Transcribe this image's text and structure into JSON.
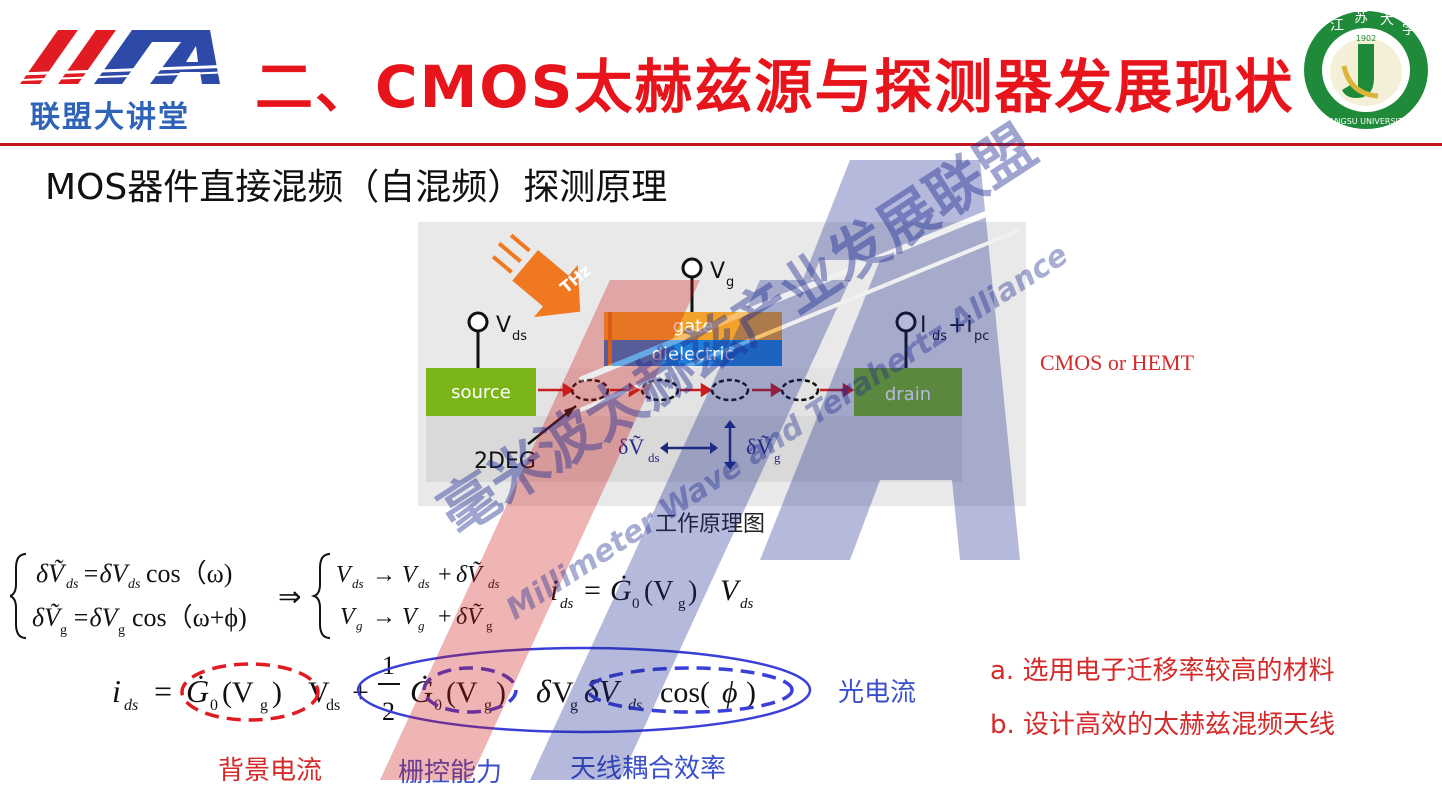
{
  "header": {
    "title": "二、CMOS太赫兹源与探测器发展现状",
    "logo_text": "联盟大讲堂",
    "university_seal": {
      "year": "1902",
      "name": "JIANGSU UNIVERSITY",
      "chars": "江苏大学"
    }
  },
  "subtitle": "MOS器件直接混频（自混频）探测原理",
  "figure": {
    "caption": "工作原理图",
    "side_label": "CMOS or HEMT",
    "thz_label": "THz",
    "source_label": "source",
    "drain_label": "drain",
    "gate_label": "gate",
    "dielectric_label": "dielectric",
    "twodeg_label": "2DEG",
    "vds_label": "V",
    "vds_sub": "ds",
    "vg_label": "V",
    "vg_sub": "g",
    "ids_label": "I",
    "ids_sub": "ds",
    "ipc_label": "+i",
    "ipc_sub": "pc",
    "dvds_label": "δṼ",
    "dvds_sub": "ds",
    "dvg_label": "δṼ",
    "dvg_sub": "g"
  },
  "watermark": {
    "line1": "毫米波太赫兹产业发展联盟",
    "line2": "Millimeter Wave and Terahertz Alliance"
  },
  "notes": [
    "a. 选用电子迁移率较高的材料",
    "b. 设计高效的太赫兹混频天线"
  ],
  "labels": {
    "photocurrent": "光电流",
    "background_current": "背景电流",
    "gate_control": "栅控能力",
    "antenna_coupling": "天线耦合效率"
  },
  "colors": {
    "title_red": "#e8141c",
    "note_red": "#d42a2a",
    "label_blue": "#3a4fc8",
    "source_green": "#7cb518",
    "gate_orange": "#f2a22a",
    "dielectric_blue": "#1e7fd8"
  }
}
